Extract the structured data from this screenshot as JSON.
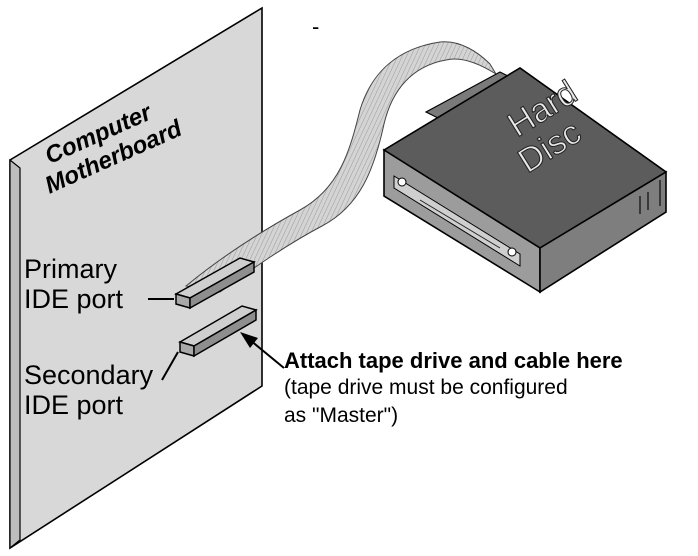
{
  "motherboard": {
    "title_line1": "Computer",
    "title_line2": "Motherboard"
  },
  "ports": {
    "primary_line1": "Primary",
    "primary_line2": "IDE port",
    "secondary_line1": "Secondary",
    "secondary_line2": "IDE port"
  },
  "hard_disc": {
    "line1": "Hard",
    "line2": "Disc"
  },
  "callout": {
    "heading": "Attach tape drive and cable here",
    "note_line1": "(tape drive must be configured",
    "note_line2": "as \"Master\")"
  },
  "stray_mark": "-",
  "colors": {
    "board_fill": "#d9d9d9",
    "board_edge": "#bcbcbc",
    "drive_top": "#5a5a5a",
    "drive_side": "#9a9a9a",
    "cable": "#c8c8c8",
    "outline": "#000000"
  }
}
